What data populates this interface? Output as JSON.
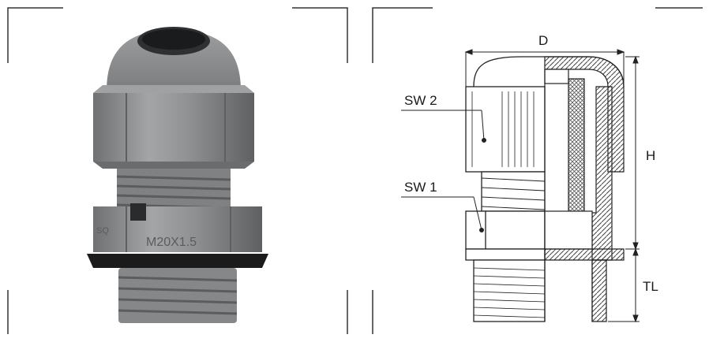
{
  "photo": {
    "marking_size": "M20X1.5",
    "marking_logo": "SQ"
  },
  "drawing": {
    "labels": {
      "d": "D",
      "h": "H",
      "tl": "TL",
      "sw1": "SW 1",
      "sw2": "SW 2"
    }
  },
  "colors": {
    "body_gray": "#8a8c8e",
    "gasket_black": "#1b1b1b",
    "line": "#222222",
    "crop_marks": "#333333"
  }
}
